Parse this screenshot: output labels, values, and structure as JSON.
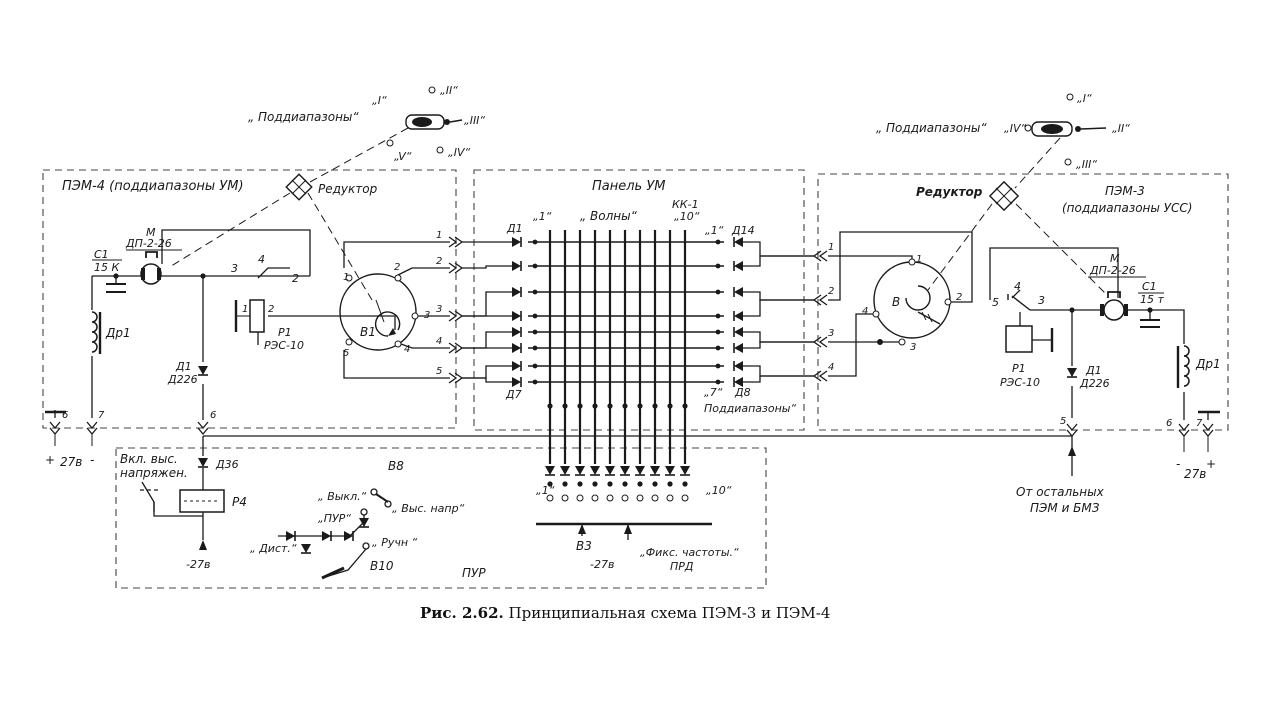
{
  "caption": {
    "figure": "Рис. 2.62.",
    "title": "Принципиальная схема ПЭМ-3 и ПЭМ-4"
  },
  "blocks": {
    "pem4": "ПЭМ-4 (поддиапазоны УМ)",
    "panel": "Панель УМ",
    "pem3_line1": "ПЭМ-3",
    "pem3_line2": "(поддиапазоны УСС)",
    "pur": "ПУР"
  },
  "left": {
    "subranges": "„ Поддиапазоны“",
    "pos_I": "„I“",
    "pos_II": "„II“",
    "pos_III": "„III“",
    "pos_IV": "„IV“",
    "pos_V": "„V“",
    "reducer": "Редуктор",
    "motor_M": "М",
    "motor_type": "ДП-2-26",
    "cap_C1": "С1",
    "cap_val": "15 К",
    "choke": "Др1",
    "relay_P1": "Р1",
    "relay_type": "РЭС-10",
    "diode_D1": "Д1",
    "diode_type": "Д226",
    "switch_B1": "В1",
    "supply": "27в",
    "plus": "+",
    "minus": "-"
  },
  "panel": {
    "waves": "„ Волны“",
    "kk1": "КК-1",
    "q1": "„1“",
    "q10": "„10“",
    "q7": "„7“",
    "d1": "Д1",
    "d7": "Д7",
    "d8": "Д8",
    "d14": "Д14",
    "subranges": "Поддиапазоны“"
  },
  "right": {
    "subranges": "„ Поддиапазоны“",
    "pos_I": "„I“",
    "pos_II": "„II“",
    "pos_III": "„III“",
    "pos_IV": "„IV“",
    "reducer": "Редуктор",
    "motor_M": "М",
    "motor_type": "ДП-2-26",
    "cap_C1": "С1",
    "cap_val": "15 т",
    "choke": "Др1",
    "relay_P1": "Р1",
    "relay_type": "РЭС-10",
    "diode_D1": "Д1",
    "diode_type": "Д226",
    "switch_B": "В",
    "supply": "27в",
    "plus": "+",
    "minus": "-",
    "from_other_1": "От остальных",
    "from_other_2": "ПЭМ и БМЗ"
  },
  "pur": {
    "hv_on_1": "Вкл. выс.",
    "hv_on_2": "напряжен.",
    "d36": "Д36",
    "p4": "Р4",
    "b8": "В8",
    "off": "„ Выкл.“",
    "hv": "„ Выс. напр“",
    "pur_pos": "„ПУР“",
    "dist": "„ Дист.“",
    "manual": "„ Ручн “",
    "b10": "В10",
    "minus27": "-27в",
    "b3": "В3",
    "q1": "„1“",
    "q10": "„10“",
    "fixed_1": "„Фикс. частоты.“",
    "fixed_2": "ПРД"
  }
}
